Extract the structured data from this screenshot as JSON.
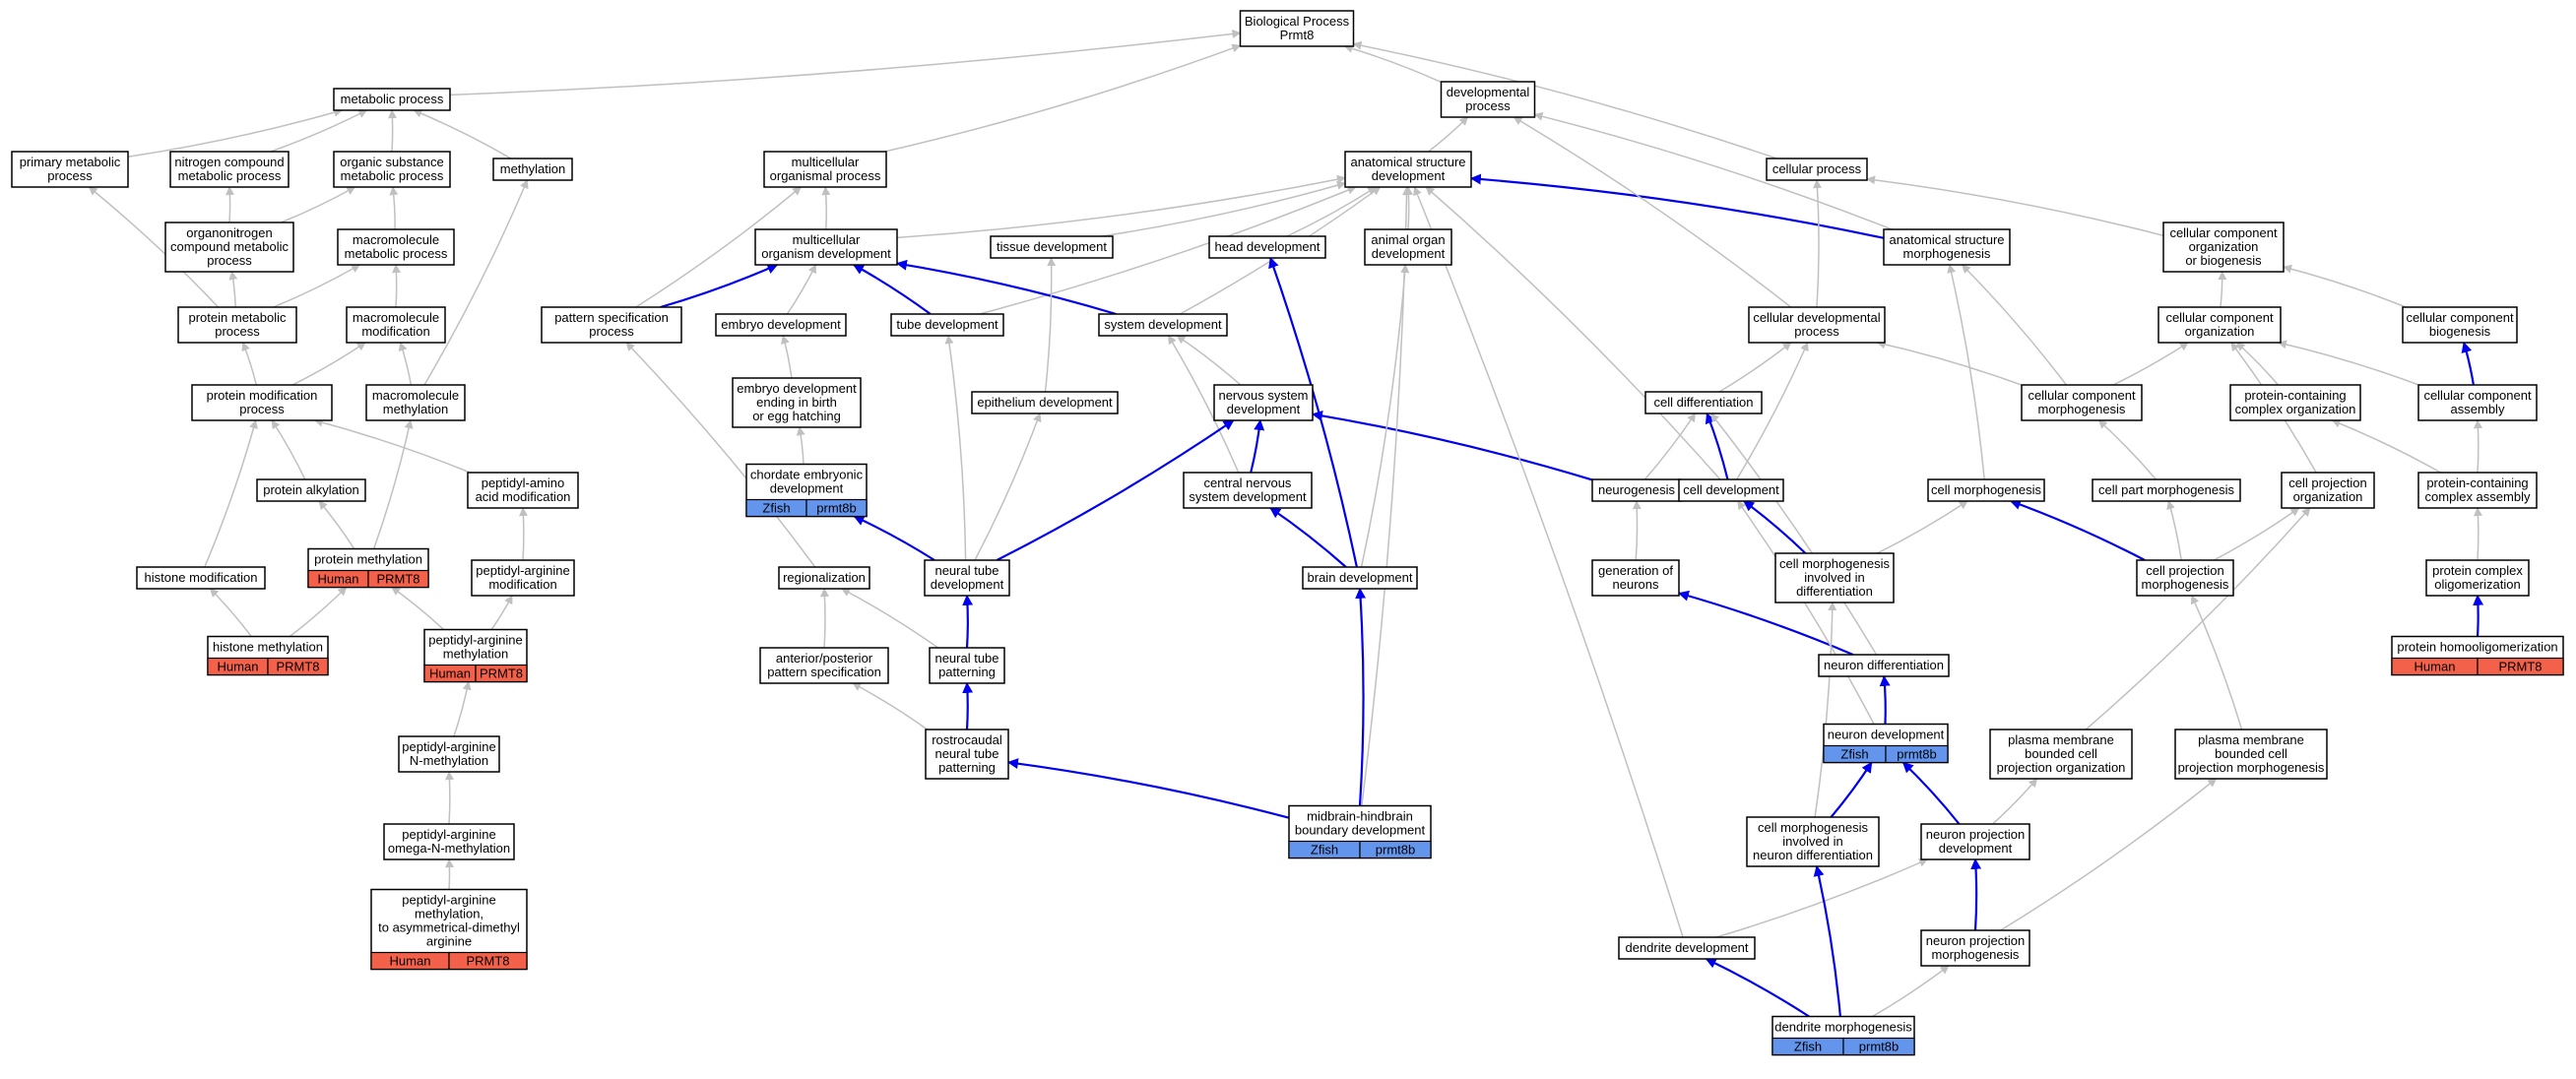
{
  "colors": {
    "human": "#f4614a",
    "zfish": "#6495ed",
    "edge_gray": "#c0c0c0",
    "edge_blue": "#0000ee"
  },
  "nodes": [
    {
      "id": "root",
      "lines": [
        "Biological Process",
        "Prmt8"
      ]
    },
    {
      "id": "metabolic",
      "lines": [
        "metabolic process"
      ]
    },
    {
      "id": "developmental",
      "lines": [
        "developmental",
        "process"
      ]
    },
    {
      "id": "primary_metabolic",
      "lines": [
        "primary metabolic",
        "process"
      ]
    },
    {
      "id": "nitrogen_compound",
      "lines": [
        "nitrogen compound",
        "metabolic process"
      ]
    },
    {
      "id": "organic_substance",
      "lines": [
        "organic substance",
        "metabolic process"
      ]
    },
    {
      "id": "methylation",
      "lines": [
        "methylation"
      ]
    },
    {
      "id": "multicellular_organismal",
      "lines": [
        "multicellular",
        "organismal process"
      ]
    },
    {
      "id": "anatomical_structure_dev",
      "lines": [
        "anatomical structure",
        "development"
      ]
    },
    {
      "id": "cellular_process",
      "lines": [
        "cellular process"
      ]
    },
    {
      "id": "organonitrogen",
      "lines": [
        "organonitrogen",
        "compound metabolic",
        "process"
      ]
    },
    {
      "id": "macromolecule_metabolic",
      "lines": [
        "macromolecule",
        "metabolic process"
      ]
    },
    {
      "id": "multicellular_organism_dev",
      "lines": [
        "multicellular",
        "organism development"
      ]
    },
    {
      "id": "tissue_dev",
      "lines": [
        "tissue development"
      ]
    },
    {
      "id": "head_dev",
      "lines": [
        "head development"
      ]
    },
    {
      "id": "animal_organ_dev",
      "lines": [
        "animal organ",
        "development"
      ]
    },
    {
      "id": "anatomical_structure_morph",
      "lines": [
        "anatomical structure",
        "morphogenesis"
      ]
    },
    {
      "id": "cellular_component_org_biogenesis",
      "lines": [
        "cellular component",
        "organization",
        "or biogenesis"
      ]
    },
    {
      "id": "protein_metabolic",
      "lines": [
        "protein metabolic",
        "process"
      ]
    },
    {
      "id": "macromolecule_modification",
      "lines": [
        "macromolecule",
        "modification"
      ]
    },
    {
      "id": "pattern_specification",
      "lines": [
        "pattern specification",
        "process"
      ]
    },
    {
      "id": "embryo_dev",
      "lines": [
        "embryo development"
      ]
    },
    {
      "id": "tube_dev",
      "lines": [
        "tube development"
      ]
    },
    {
      "id": "system_dev",
      "lines": [
        "system development"
      ]
    },
    {
      "id": "cellular_developmental",
      "lines": [
        "cellular developmental",
        "process"
      ]
    },
    {
      "id": "cellular_component_org",
      "lines": [
        "cellular component",
        "organization"
      ]
    },
    {
      "id": "cellular_component_biogenesis",
      "lines": [
        "cellular component",
        "biogenesis"
      ]
    },
    {
      "id": "protein_modification",
      "lines": [
        "protein modification",
        "process"
      ]
    },
    {
      "id": "macromolecule_methylation",
      "lines": [
        "macromolecule",
        "methylation"
      ]
    },
    {
      "id": "embryo_dev_birth",
      "lines": [
        "embryo development",
        "ending in birth",
        "or egg hatching"
      ]
    },
    {
      "id": "epithelium_dev",
      "lines": [
        "epithelium development"
      ]
    },
    {
      "id": "nervous_system_dev",
      "lines": [
        "nervous system",
        "development"
      ]
    },
    {
      "id": "cell_differentiation",
      "lines": [
        "cell differentiation"
      ]
    },
    {
      "id": "cellular_component_morph",
      "lines": [
        "cellular component",
        "morphogenesis"
      ]
    },
    {
      "id": "protein_containing_complex_org",
      "lines": [
        "protein-containing",
        "complex organization"
      ]
    },
    {
      "id": "cellular_component_assembly",
      "lines": [
        "cellular component",
        "assembly"
      ]
    },
    {
      "id": "protein_alkylation",
      "lines": [
        "protein alkylation"
      ]
    },
    {
      "id": "peptidyl_amino_acid_mod",
      "lines": [
        "peptidyl-amino",
        "acid modification"
      ]
    },
    {
      "id": "chordate_embryonic_dev",
      "lines": [
        "chordate embryonic",
        "development"
      ],
      "ann": [
        "Zfish",
        "prmt8b"
      ],
      "ann_color": "zfish"
    },
    {
      "id": "central_nervous_system_dev",
      "lines": [
        "central nervous",
        "system development"
      ]
    },
    {
      "id": "neurogenesis",
      "lines": [
        "neurogenesis"
      ]
    },
    {
      "id": "cell_development",
      "lines": [
        "cell development"
      ]
    },
    {
      "id": "cell_morphogenesis",
      "lines": [
        "cell morphogenesis"
      ]
    },
    {
      "id": "cell_part_morphogenesis",
      "lines": [
        "cell part morphogenesis"
      ]
    },
    {
      "id": "cell_projection_org",
      "lines": [
        "cell projection",
        "organization"
      ]
    },
    {
      "id": "protein_containing_complex_assembly",
      "lines": [
        "protein-containing",
        "complex assembly"
      ]
    },
    {
      "id": "protein_methylation",
      "lines": [
        "protein methylation"
      ],
      "ann": [
        "Human",
        "PRMT8"
      ],
      "ann_color": "human"
    },
    {
      "id": "histone_modification",
      "lines": [
        "histone modification"
      ]
    },
    {
      "id": "peptidyl_arginine_modification",
      "lines": [
        "peptidyl-arginine",
        "modification"
      ]
    },
    {
      "id": "regionalization",
      "lines": [
        "regionalization"
      ]
    },
    {
      "id": "neural_tube_dev",
      "lines": [
        "neural tube",
        "development"
      ]
    },
    {
      "id": "brain_dev",
      "lines": [
        "brain development"
      ]
    },
    {
      "id": "generation_of_neurons",
      "lines": [
        "generation of",
        "neurons"
      ]
    },
    {
      "id": "cell_morph_in_diff",
      "lines": [
        "cell morphogenesis",
        "involved in",
        "differentiation"
      ]
    },
    {
      "id": "cell_projection_morph",
      "lines": [
        "cell projection",
        "morphogenesis"
      ]
    },
    {
      "id": "protein_complex_oligomerization",
      "lines": [
        "protein complex",
        "oligomerization"
      ]
    },
    {
      "id": "histone_methylation",
      "lines": [
        "histone methylation"
      ],
      "ann": [
        "Human",
        "PRMT8"
      ],
      "ann_color": "human"
    },
    {
      "id": "peptidyl_arginine_methylation",
      "lines": [
        "peptidyl-arginine",
        "methylation"
      ],
      "ann": [
        "Human",
        "PRMT8"
      ],
      "ann_color": "human"
    },
    {
      "id": "anterior_posterior",
      "lines": [
        "anterior/posterior",
        "pattern specification"
      ]
    },
    {
      "id": "neural_tube_patterning",
      "lines": [
        "neural tube",
        "patterning"
      ]
    },
    {
      "id": "neuron_differentiation",
      "lines": [
        "neuron differentiation"
      ]
    },
    {
      "id": "protein_homooligomerization",
      "lines": [
        "protein homooligomerization"
      ],
      "ann": [
        "Human",
        "PRMT8"
      ],
      "ann_color": "human"
    },
    {
      "id": "peptidyl_arginine_n_methylation",
      "lines": [
        "peptidyl-arginine",
        "N-methylation"
      ]
    },
    {
      "id": "rostrocaudal",
      "lines": [
        "rostrocaudal",
        "neural tube",
        "patterning"
      ]
    },
    {
      "id": "neuron_dev",
      "lines": [
        "neuron development"
      ],
      "ann": [
        "Zfish",
        "prmt8b"
      ],
      "ann_color": "zfish"
    },
    {
      "id": "plasma_membrane_proj_org",
      "lines": [
        "plasma membrane",
        "bounded cell",
        "projection organization"
      ]
    },
    {
      "id": "plasma_membrane_proj_morph",
      "lines": [
        "plasma membrane",
        "bounded cell",
        "projection morphogenesis"
      ]
    },
    {
      "id": "peptidyl_arginine_omega",
      "lines": [
        "peptidyl-arginine",
        "omega-N-methylation"
      ]
    },
    {
      "id": "midbrain_hindbrain",
      "lines": [
        "midbrain-hindbrain",
        "boundary development"
      ],
      "ann": [
        "Zfish",
        "prmt8b"
      ],
      "ann_color": "zfish"
    },
    {
      "id": "cell_morph_in_neuron_diff",
      "lines": [
        "cell morphogenesis",
        "involved in",
        "neuron differentiation"
      ]
    },
    {
      "id": "neuron_projection_dev",
      "lines": [
        "neuron projection",
        "development"
      ]
    },
    {
      "id": "peptidyl_arginine_asym",
      "lines": [
        "peptidyl-arginine",
        "methylation,",
        "to asymmetrical-dimethyl",
        "arginine"
      ],
      "ann": [
        "Human",
        "PRMT8"
      ],
      "ann_color": "human"
    },
    {
      "id": "dendrite_dev",
      "lines": [
        "dendrite development"
      ]
    },
    {
      "id": "neuron_projection_morph",
      "lines": [
        "neuron projection",
        "morphogenesis"
      ]
    },
    {
      "id": "dendrite_morph",
      "lines": [
        "dendrite morphogenesis"
      ],
      "ann": [
        "Zfish",
        "prmt8b"
      ],
      "ann_color": "zfish"
    }
  ],
  "edges": [
    [
      "metabolic",
      "root",
      "gray"
    ],
    [
      "developmental",
      "root",
      "gray"
    ],
    [
      "cellular_process",
      "root",
      "gray"
    ],
    [
      "multicellular_organismal",
      "root",
      "gray"
    ],
    [
      "primary_metabolic",
      "metabolic",
      "gray"
    ],
    [
      "nitrogen_compound",
      "metabolic",
      "gray"
    ],
    [
      "organic_substance",
      "metabolic",
      "gray"
    ],
    [
      "methylation",
      "metabolic",
      "gray"
    ],
    [
      "anatomical_structure_dev",
      "developmental",
      "gray"
    ],
    [
      "organonitrogen",
      "nitrogen_compound",
      "gray"
    ],
    [
      "organonitrogen",
      "organic_substance",
      "gray"
    ],
    [
      "macromolecule_metabolic",
      "organic_substance",
      "gray"
    ],
    [
      "multicellular_organism_dev",
      "multicellular_organismal",
      "gray"
    ],
    [
      "multicellular_organism_dev",
      "anatomical_structure_dev",
      "gray"
    ],
    [
      "tissue_dev",
      "anatomical_structure_dev",
      "gray"
    ],
    [
      "head_dev",
      "anatomical_structure_dev",
      "gray"
    ],
    [
      "animal_organ_dev",
      "anatomical_structure_dev",
      "gray"
    ],
    [
      "anatomical_structure_morph",
      "anatomical_structure_dev",
      "blue"
    ],
    [
      "anatomical_structure_morph",
      "developmental",
      "gray"
    ],
    [
      "cellular_component_org_biogenesis",
      "cellular_process",
      "gray"
    ],
    [
      "protein_metabolic",
      "primary_metabolic",
      "gray"
    ],
    [
      "protein_metabolic",
      "organonitrogen",
      "gray"
    ],
    [
      "protein_metabolic",
      "macromolecule_metabolic",
      "gray"
    ],
    [
      "macromolecule_modification",
      "macromolecule_metabolic",
      "gray"
    ],
    [
      "pattern_specification",
      "multicellular_organism_dev",
      "blue"
    ],
    [
      "pattern_specification",
      "multicellular_organismal",
      "gray"
    ],
    [
      "embryo_dev",
      "multicellular_organism_dev",
      "gray"
    ],
    [
      "tube_dev",
      "multicellular_organism_dev",
      "blue"
    ],
    [
      "tube_dev",
      "anatomical_structure_dev",
      "gray"
    ],
    [
      "system_dev",
      "multicellular_organism_dev",
      "blue"
    ],
    [
      "system_dev",
      "anatomical_structure_dev",
      "gray"
    ],
    [
      "cellular_developmental",
      "cellular_process",
      "gray"
    ],
    [
      "cellular_developmental",
      "developmental",
      "gray"
    ],
    [
      "cellular_component_org",
      "cellular_component_org_biogenesis",
      "gray"
    ],
    [
      "cellular_component_biogenesis",
      "cellular_component_org_biogenesis",
      "gray"
    ],
    [
      "protein_modification",
      "protein_metabolic",
      "gray"
    ],
    [
      "protein_modification",
      "macromolecule_modification",
      "gray"
    ],
    [
      "macromolecule_methylation",
      "macromolecule_modification",
      "gray"
    ],
    [
      "macromolecule_methylation",
      "methylation",
      "gray"
    ],
    [
      "embryo_dev_birth",
      "embryo_dev",
      "gray"
    ],
    [
      "epithelium_dev",
      "tissue_dev",
      "gray"
    ],
    [
      "nervous_system_dev",
      "system_dev",
      "gray"
    ],
    [
      "cell_differentiation",
      "cellular_developmental",
      "gray"
    ],
    [
      "cellular_component_morph",
      "anatomical_structure_morph",
      "gray"
    ],
    [
      "cellular_component_morph",
      "cellular_component_org",
      "gray"
    ],
    [
      "cellular_component_morph",
      "cellular_developmental",
      "gray"
    ],
    [
      "protein_containing_complex_org",
      "cellular_component_org",
      "gray"
    ],
    [
      "cellular_component_assembly",
      "cellular_component_org",
      "gray"
    ],
    [
      "cellular_component_assembly",
      "cellular_component_biogenesis",
      "blue"
    ],
    [
      "protein_alkylation",
      "protein_modification",
      "gray"
    ],
    [
      "peptidyl_amino_acid_mod",
      "protein_modification",
      "gray"
    ],
    [
      "chordate_embryonic_dev",
      "embryo_dev_birth",
      "gray"
    ],
    [
      "central_nervous_system_dev",
      "nervous_system_dev",
      "blue"
    ],
    [
      "central_nervous_system_dev",
      "system_dev",
      "gray"
    ],
    [
      "neurogenesis",
      "nervous_system_dev",
      "blue"
    ],
    [
      "neurogenesis",
      "cell_differentiation",
      "gray"
    ],
    [
      "cell_development",
      "cell_differentiation",
      "blue"
    ],
    [
      "cell_development",
      "cellular_developmental",
      "gray"
    ],
    [
      "cell_development",
      "anatomical_structure_dev",
      "gray"
    ],
    [
      "cell_morphogenesis",
      "anatomical_structure_morph",
      "gray"
    ],
    [
      "cell_part_morphogenesis",
      "cellular_component_morph",
      "gray"
    ],
    [
      "cell_projection_org",
      "cellular_component_org",
      "gray"
    ],
    [
      "protein_containing_complex_assembly",
      "protein_containing_complex_org",
      "gray"
    ],
    [
      "protein_containing_complex_assembly",
      "cellular_component_assembly",
      "gray"
    ],
    [
      "protein_methylation",
      "protein_alkylation",
      "gray"
    ],
    [
      "protein_methylation",
      "macromolecule_methylation",
      "gray"
    ],
    [
      "histone_modification",
      "protein_modification",
      "gray"
    ],
    [
      "peptidyl_arginine_modification",
      "peptidyl_amino_acid_mod",
      "gray"
    ],
    [
      "regionalization",
      "pattern_specification",
      "gray"
    ],
    [
      "neural_tube_dev",
      "tube_dev",
      "gray"
    ],
    [
      "neural_tube_dev",
      "epithelium_dev",
      "gray"
    ],
    [
      "neural_tube_dev",
      "nervous_system_dev",
      "blue"
    ],
    [
      "neural_tube_dev",
      "chordate_embryonic_dev",
      "blue"
    ],
    [
      "brain_dev",
      "central_nervous_system_dev",
      "blue"
    ],
    [
      "brain_dev",
      "head_dev",
      "blue"
    ],
    [
      "brain_dev",
      "animal_organ_dev",
      "gray"
    ],
    [
      "generation_of_neurons",
      "neurogenesis",
      "gray"
    ],
    [
      "cell_morph_in_diff",
      "cell_morphogenesis",
      "gray"
    ],
    [
      "cell_morph_in_diff",
      "cell_development",
      "blue"
    ],
    [
      "cell_projection_morph",
      "cell_morphogenesis",
      "blue"
    ],
    [
      "cell_projection_morph",
      "cell_part_morphogenesis",
      "gray"
    ],
    [
      "cell_projection_morph",
      "cell_projection_org",
      "gray"
    ],
    [
      "protein_complex_oligomerization",
      "protein_containing_complex_assembly",
      "gray"
    ],
    [
      "histone_methylation",
      "histone_modification",
      "gray"
    ],
    [
      "histone_methylation",
      "protein_methylation",
      "gray"
    ],
    [
      "peptidyl_arginine_methylation",
      "peptidyl_arginine_modification",
      "gray"
    ],
    [
      "peptidyl_arginine_methylation",
      "protein_methylation",
      "gray"
    ],
    [
      "anterior_posterior",
      "regionalization",
      "gray"
    ],
    [
      "neural_tube_patterning",
      "neural_tube_dev",
      "blue"
    ],
    [
      "neural_tube_patterning",
      "regionalization",
      "gray"
    ],
    [
      "neuron_differentiation",
      "generation_of_neurons",
      "blue"
    ],
    [
      "neuron_differentiation",
      "cell_differentiation",
      "gray"
    ],
    [
      "protein_homooligomerization",
      "protein_complex_oligomerization",
      "blue"
    ],
    [
      "peptidyl_arginine_n_methylation",
      "peptidyl_arginine_methylation",
      "gray"
    ],
    [
      "rostrocaudal",
      "neural_tube_patterning",
      "blue"
    ],
    [
      "rostrocaudal",
      "anterior_posterior",
      "gray"
    ],
    [
      "neuron_dev",
      "neuron_differentiation",
      "blue"
    ],
    [
      "neuron_dev",
      "cell_development",
      "gray"
    ],
    [
      "plasma_membrane_proj_org",
      "cell_projection_org",
      "gray"
    ],
    [
      "plasma_membrane_proj_morph",
      "cell_projection_morph",
      "gray"
    ],
    [
      "peptidyl_arginine_omega",
      "peptidyl_arginine_n_methylation",
      "gray"
    ],
    [
      "midbrain_hindbrain",
      "rostrocaudal",
      "blue"
    ],
    [
      "midbrain_hindbrain",
      "brain_dev",
      "blue"
    ],
    [
      "midbrain_hindbrain",
      "anatomical_structure_dev",
      "gray"
    ],
    [
      "cell_morph_in_neuron_diff",
      "neuron_dev",
      "blue"
    ],
    [
      "cell_morph_in_neuron_diff",
      "cell_morph_in_diff",
      "gray"
    ],
    [
      "neuron_projection_dev",
      "neuron_dev",
      "blue"
    ],
    [
      "neuron_projection_dev",
      "plasma_membrane_proj_org",
      "gray"
    ],
    [
      "peptidyl_arginine_asym",
      "peptidyl_arginine_omega",
      "gray"
    ],
    [
      "dendrite_dev",
      "neuron_projection_dev",
      "gray"
    ],
    [
      "dendrite_dev",
      "anatomical_structure_dev",
      "gray"
    ],
    [
      "neuron_projection_morph",
      "neuron_projection_dev",
      "blue"
    ],
    [
      "neuron_projection_morph",
      "plasma_membrane_proj_morph",
      "gray"
    ],
    [
      "dendrite_morph",
      "dendrite_dev",
      "blue"
    ],
    [
      "dendrite_morph",
      "cell_morph_in_neuron_diff",
      "blue"
    ],
    [
      "dendrite_morph",
      "neuron_projection_morph",
      "gray"
    ]
  ]
}
